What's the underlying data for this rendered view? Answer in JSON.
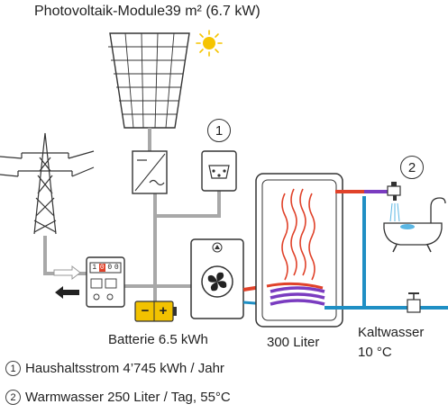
{
  "title": "Photovoltaik-Module39 m² (6.7 kW)",
  "battery_label": "Batterie 6.5 kWh",
  "tank_label": "300 Liter",
  "cold_water_label": "Kaltwasser",
  "cold_water_temp": "10 °C",
  "badges": [
    "1",
    "2"
  ],
  "battery_symbols": {
    "minus": "−",
    "plus": "+"
  },
  "legend": [
    {
      "num": "1",
      "text": "Haushaltsstrom 4’745 kWh / Jahr"
    },
    {
      "num": "2",
      "text": "Warmwasser 250 Liter / Tag, 55°C"
    }
  ],
  "meter_digits": [
    "1",
    "0",
    "0",
    "0"
  ],
  "colors": {
    "line_gray": "#a8a8a8",
    "battery_yellow": "#f2c200",
    "sun_yellow": "#f5c400",
    "hot_red": "#e0422a",
    "cold_blue": "#1f8fc4",
    "coil_purple": "#7a3cc0",
    "arrow_dark": "#222222"
  }
}
